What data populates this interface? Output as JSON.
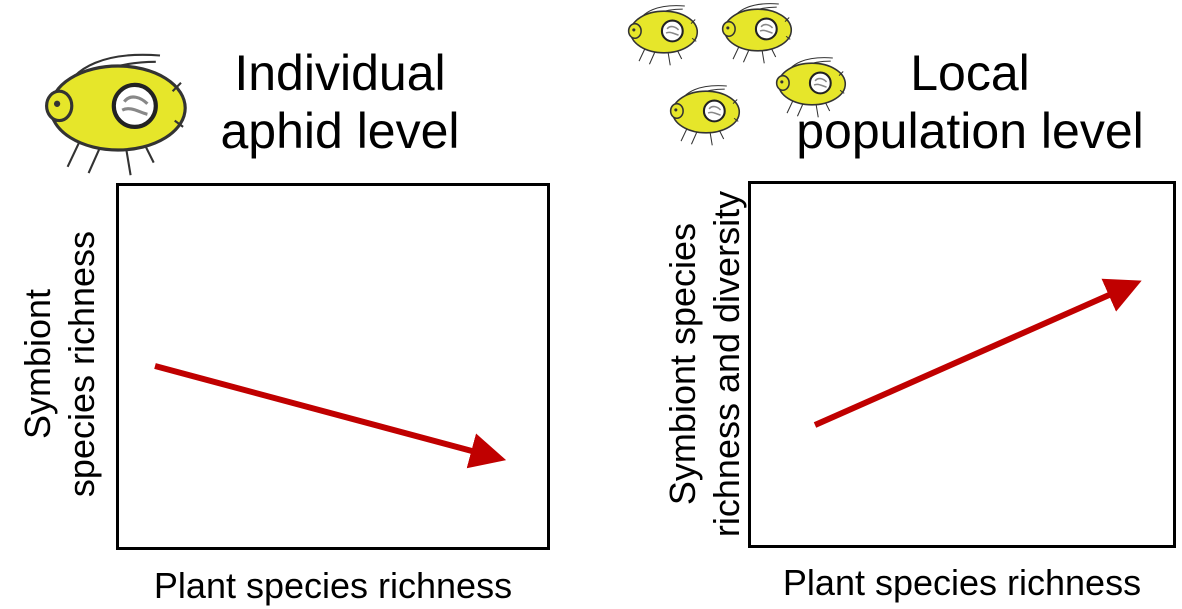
{
  "panels": {
    "left": {
      "title_line1": "Individual",
      "title_line2": "aphid level",
      "ylabel_line1": "Symbiont",
      "ylabel_line2": "species richness",
      "xlabel": "Plant species richness",
      "trend": "decreasing"
    },
    "right": {
      "title_line1": "Local",
      "title_line2": "population level",
      "ylabel_line1": "Symbiont species",
      "ylabel_line2": "richness and diversity",
      "xlabel": "Plant species richness",
      "trend": "increasing"
    }
  },
  "colors": {
    "arrow": "#c00000",
    "aphid_body": "#e6e62a",
    "aphid_outline": "#333333"
  },
  "icons": [
    "aphid-icon"
  ]
}
